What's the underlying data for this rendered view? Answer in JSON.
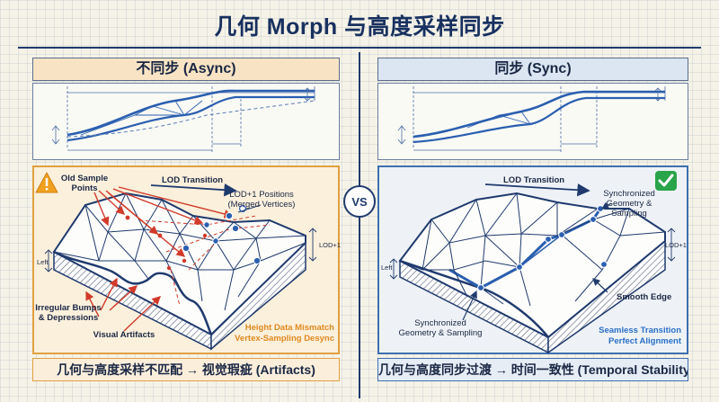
{
  "title": "几何 Morph 与高度采样同步",
  "vs_label": "VS",
  "left": {
    "header": "不同步 (Async)",
    "callouts": {
      "old_samples": [
        "Old Sample",
        "Points"
      ],
      "lod_transition": "LOD Transition",
      "lod1_positions": [
        "LOD+1 Positions",
        "(Merged Vertices)"
      ],
      "lod1_tag": "LOD+1",
      "left_tag": "Left",
      "bumps": [
        "Irregular Bumps",
        "& Depressions"
      ],
      "visual_artifacts": "Visual Artifacts",
      "mismatch": [
        "Height Data Mismatch",
        "Vertex-Sampling Desync"
      ]
    },
    "caption": "几何与高度采样不匹配 → 视觉瑕疵 (Artifacts)",
    "warning_icon": "warning-triangle"
  },
  "right": {
    "header": "同步 (Sync)",
    "callouts": {
      "lod_transition": "LOD Transition",
      "synchronized_top": [
        "Synchronized",
        "Geometry &",
        "Sampling"
      ],
      "lod1_tag": "LOD+1",
      "left_tag": "Left",
      "smooth_edge": "Smooth Edge",
      "synchronized_bottom": [
        "Synchronized",
        "Geometry & Sampling"
      ],
      "seamless": [
        "Seamless Transition",
        "Perfect Alignment"
      ]
    },
    "caption": "几何与高度同步过渡 → 时间一致性 (Temporal Stability)",
    "check_icon": "check-mark"
  },
  "colors": {
    "navy": "#1f3a6e",
    "blue": "#2a5fb0",
    "red": "#d23a2a",
    "orange": "#e0a040",
    "warning": "#f0a020",
    "success": "#2aa44a"
  }
}
